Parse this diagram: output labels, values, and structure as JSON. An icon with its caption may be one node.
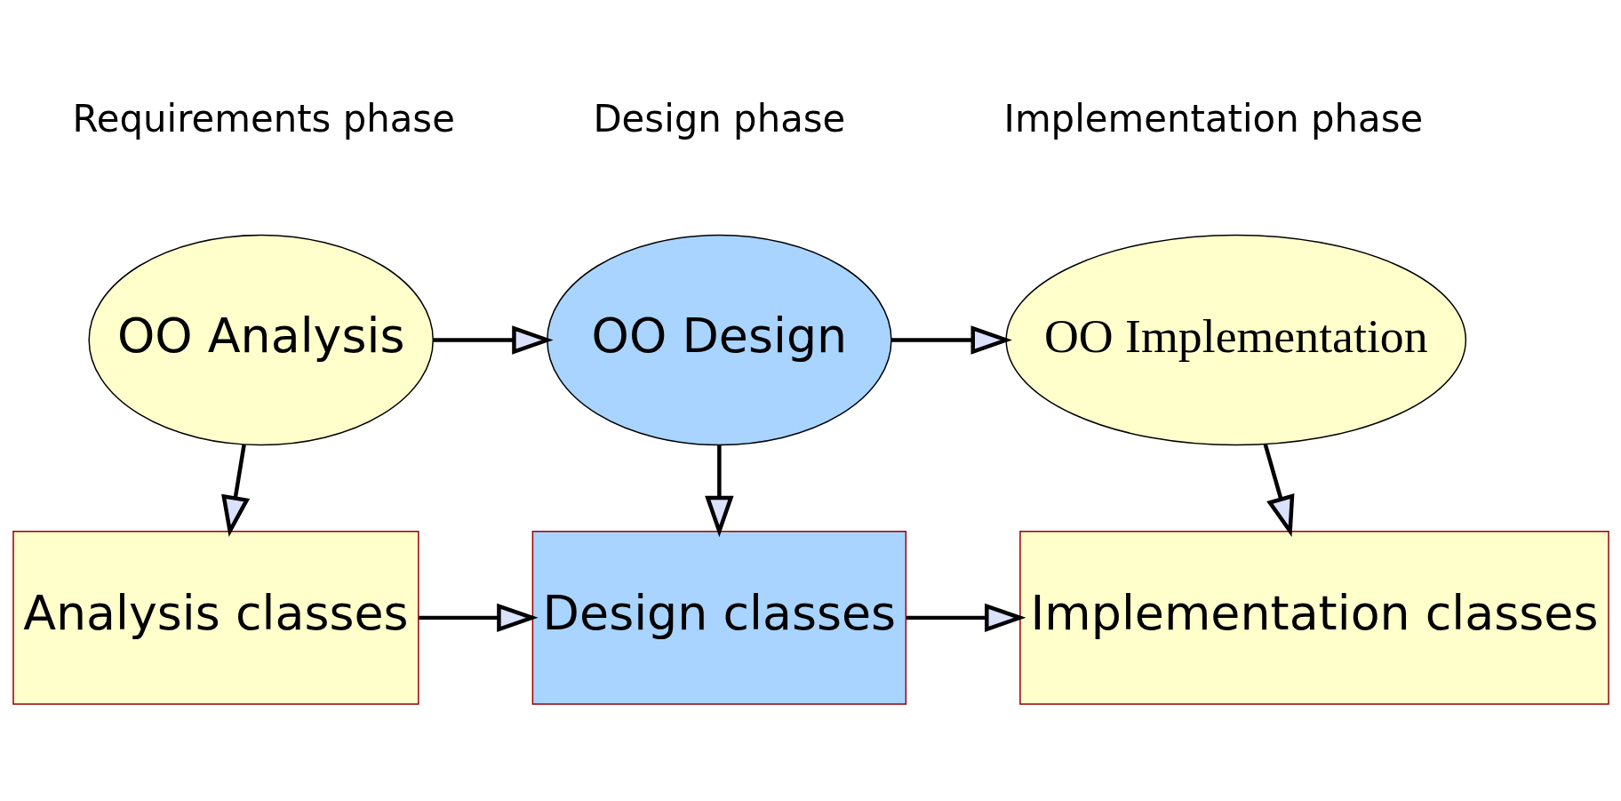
{
  "diagram": {
    "nodes": [
      {
        "text": [
          "OO Analysis"
        ]
      },
      {
        "text": [
          "OO Design"
        ]
      },
      {
        "text": [
          "OO Implementation"
        ]
      },
      {
        "text": [
          "Analysis classes"
        ]
      },
      {
        "text": [
          "Design classes"
        ]
      },
      {
        "text": [
          "Implementation classes"
        ]
      }
    ],
    "edges": [
      {
        "from": 0,
        "to": 1,
        "arrow": "to"
      },
      {
        "from": 1,
        "to": 2,
        "arrow": "to"
      },
      {
        "from": 0,
        "to": 3,
        "arrow": "to"
      },
      {
        "from": 1,
        "to": 4,
        "arrow": "to"
      },
      {
        "from": 2,
        "to": 5,
        "arrow": "to"
      },
      {
        "from": 3,
        "to": 4,
        "arrow": "to"
      },
      {
        "from": 4,
        "to": 5,
        "arrow": "to"
      }
    ],
    "labels": [
      "Requirements phase",
      "Design phase",
      "Implementation phase"
    ]
  }
}
